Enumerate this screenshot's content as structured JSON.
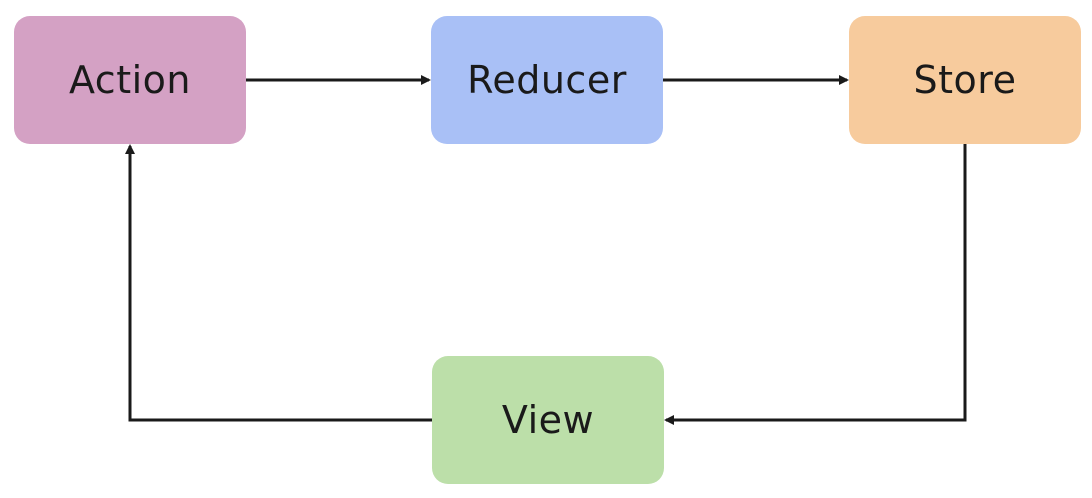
{
  "nodes": {
    "action": {
      "label": "Action",
      "color": "#d4a1c4"
    },
    "reducer": {
      "label": "Reducer",
      "color": "#a9c0f6"
    },
    "store": {
      "label": "Store",
      "color": "#f7cb9d"
    },
    "view": {
      "label": "View",
      "color": "#bcdfa9"
    }
  },
  "edges": [
    {
      "from": "Action",
      "to": "Reducer"
    },
    {
      "from": "Reducer",
      "to": "Store"
    },
    {
      "from": "Store",
      "to": "View"
    },
    {
      "from": "View",
      "to": "Action"
    }
  ],
  "edge_color": "#1a1a1a"
}
